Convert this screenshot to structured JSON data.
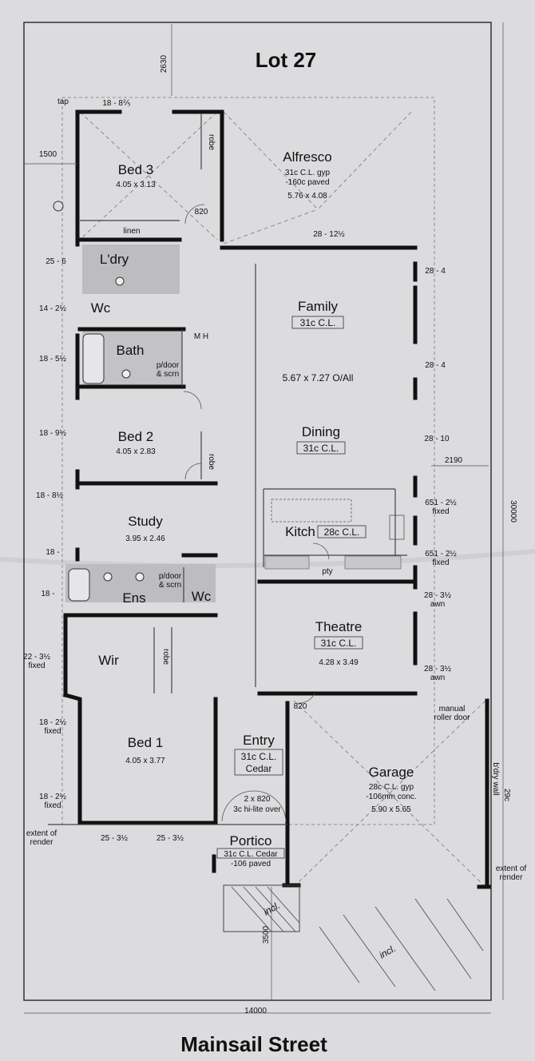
{
  "lot": {
    "title": "Lot 27",
    "street": "Mainsail Street"
  },
  "dimensions": {
    "top_setback": "2630",
    "side_setback": "1500",
    "garage_setback": "3500",
    "overall_width": "14000",
    "overall_depth": "30000",
    "right_side": "2190",
    "tap": "tap",
    "wall_29c": "29c",
    "boundary_wall": "b'dry wall",
    "extent_left": "extent of\nrender",
    "extent_right": "extent of\nrender"
  },
  "rooms": {
    "bed3": {
      "name": "Bed 3",
      "size": "4.05 x 3.13"
    },
    "alfresco": {
      "name": "Alfresco",
      "ceiling": "31c C.L. gyp",
      "floor": "-160c paved",
      "size": "5.76 x 4.08"
    },
    "linen": {
      "name": "linen"
    },
    "laundry": {
      "name": "L'dry"
    },
    "wc1": {
      "name": "Wc"
    },
    "bath": {
      "name": "Bath",
      "door": "p/door\n& scrn"
    },
    "mh": {
      "name": "M H"
    },
    "family": {
      "name": "Family",
      "ceiling": "31c C.L."
    },
    "overall": {
      "size": "5.67 x 7.27 O/All"
    },
    "bed2": {
      "name": "Bed 2",
      "size": "4.05 x 2.83"
    },
    "robe": {
      "name": "robe"
    },
    "dining": {
      "name": "Dining",
      "ceiling": "31c C.L."
    },
    "study": {
      "name": "Study",
      "size": "3.95 x 2.46"
    },
    "kitch": {
      "name": "Kitch",
      "ceiling": "28c C.L."
    },
    "pty": {
      "name": "pty"
    },
    "ens": {
      "name": "Ens",
      "door": "p/door\n& scrn"
    },
    "wc2": {
      "name": "Wc"
    },
    "theatre": {
      "name": "Theatre",
      "ceiling": "31c C.L.",
      "size": "4.28 x 3.49"
    },
    "wir": {
      "name": "Wir"
    },
    "bed1": {
      "name": "Bed 1",
      "size": "4.05 x 3.77"
    },
    "entry": {
      "name": "Entry",
      "ceiling": "31c C.L.",
      "finish": "Cedar",
      "door": "2 x 820",
      "hilite": "3c hi-lite over"
    },
    "garage": {
      "name": "Garage",
      "ceiling": "28c C.L. gyp",
      "floor": "-106mm conc.",
      "size": "5.90 x 5.65",
      "door": "manual\nroller door"
    },
    "portico": {
      "name": "Portico",
      "ceiling": "31c C.L. Cedar",
      "floor": "-106 paved"
    }
  },
  "window_labels": {
    "bed3_top": "18 - 8⅖",
    "door_820_a": "820",
    "alfresco_door": "28 - 12½",
    "ldry": "25 - 6",
    "wc": "14 - 2½",
    "bath": "18 - 5½",
    "bed2": "18 - 9½",
    "study": "18 - 8½",
    "ens_a": "18 -",
    "ens_b": "18 -",
    "wir": "22 - 3½\nfixed",
    "bed1_a": "18 - 2½\nfixed",
    "bed1_b": "18 - 2½\nfixed",
    "bed1_c": "25 - 3½",
    "bed1_d": "25 - 3½",
    "fam_a": "28 - 4",
    "fam_b": "28 - 4",
    "din": "28 - 10",
    "kit_a": "651 - 2½\nfixed",
    "kit_b": "651 - 2½\nfixed",
    "thr_a": "28 - 3½\nawn",
    "thr_b": "28 - 3½\nawn",
    "door_820_b": "820"
  },
  "handwritten": {
    "incl_a": "incl.",
    "incl_b": "incl."
  }
}
